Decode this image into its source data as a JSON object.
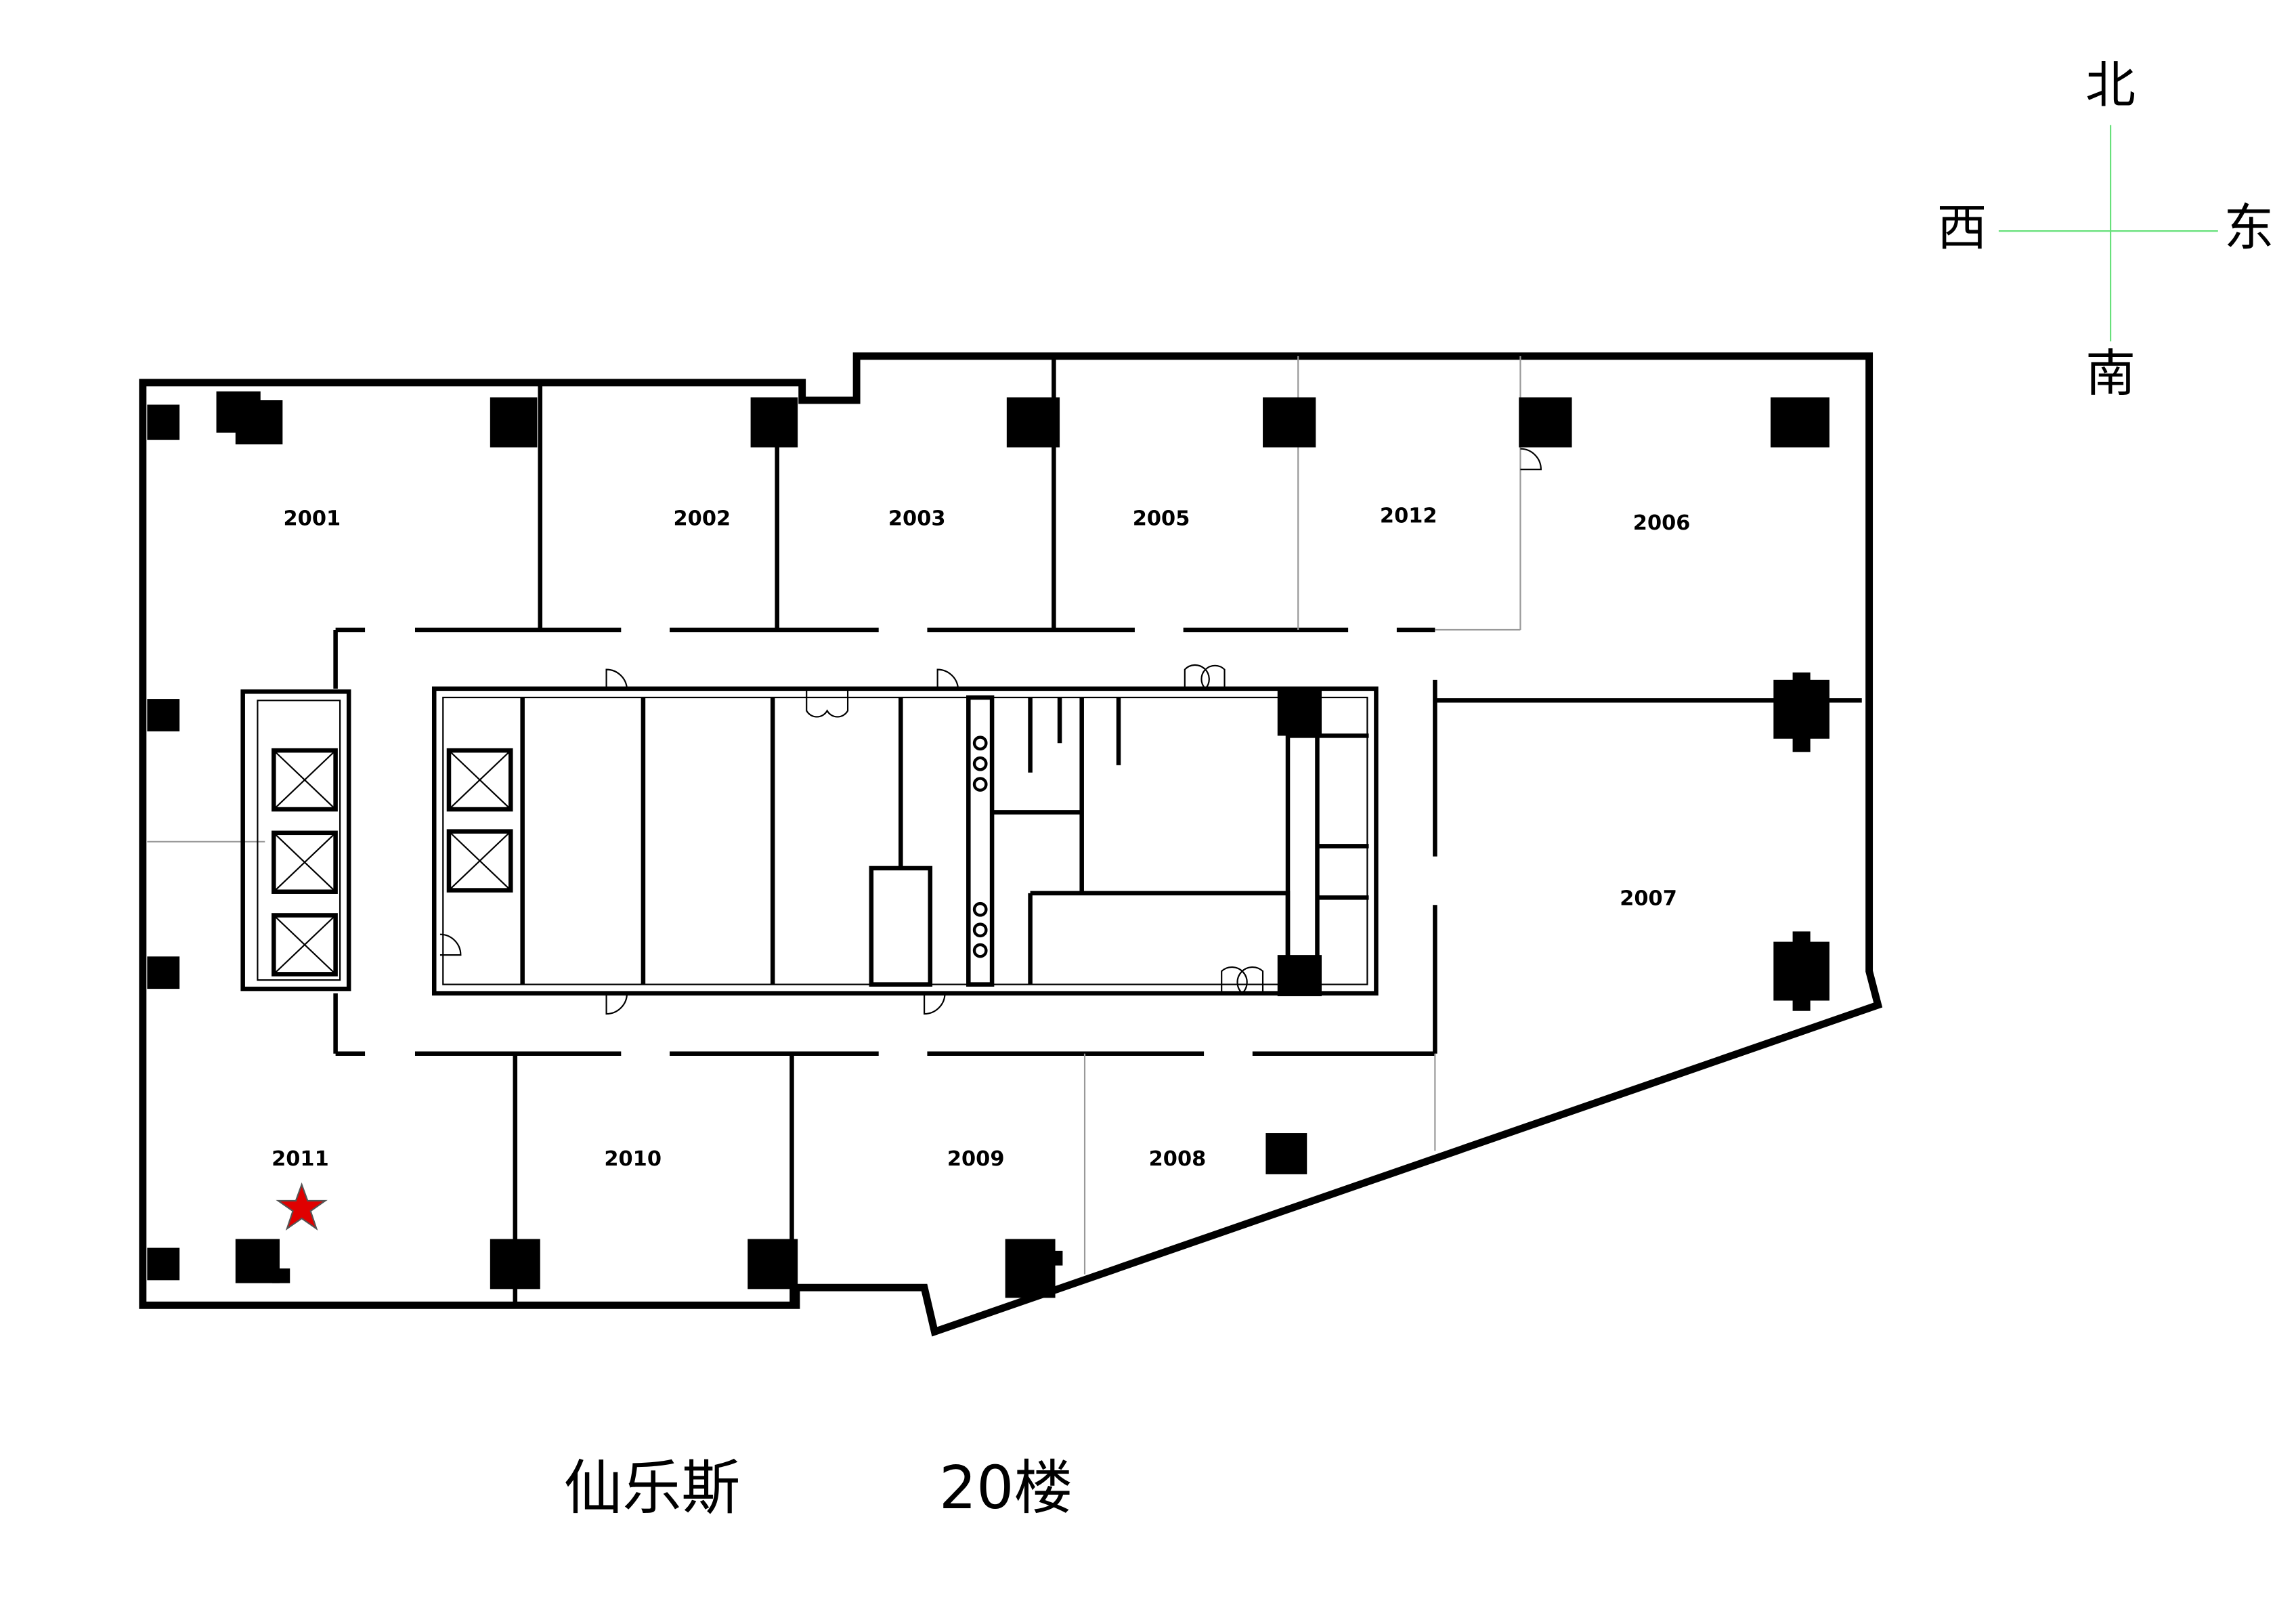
{
  "compass": {
    "north": "北",
    "south": "南",
    "west": "西",
    "east": "东",
    "line_color": "#66e07a"
  },
  "rooms": {
    "r2001": "2001",
    "r2002": "2002",
    "r2003": "2003",
    "r2005": "2005",
    "r2012": "2012",
    "r2006": "2006",
    "r2007": "2007",
    "r2008": "2008",
    "r2009": "2009",
    "r2010": "2010",
    "r2011": "2011"
  },
  "marker": {
    "room": "2011",
    "color": "#e00000"
  },
  "title": {
    "building": "仙乐斯",
    "floor": "20楼"
  }
}
